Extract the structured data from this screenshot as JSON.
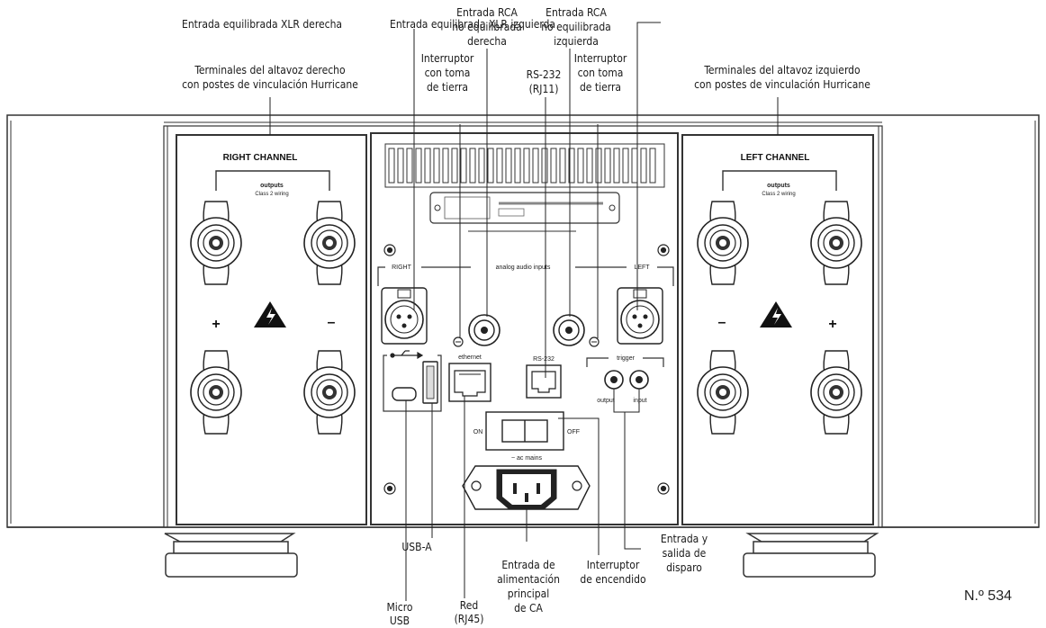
{
  "labels": {
    "xlr_right": "Entrada equilibrada XLR derecha",
    "xlr_left": "Entrada equilibrada XLR izquierda",
    "rca_right": [
      "Entrada RCA",
      "no equilibrada",
      "derecha"
    ],
    "rca_left": [
      "Entrada RCA",
      "no equilibrada",
      "izquierda"
    ],
    "ground_right": [
      "Interruptor",
      "con toma",
      "de tierra"
    ],
    "ground_left": [
      "Interruptor",
      "con toma",
      "de tierra"
    ],
    "rs232": [
      "RS-232",
      "(RJ11)"
    ],
    "speaker_right": [
      "Terminales del altavoz derecho",
      "con postes de vinculación Hurricane"
    ],
    "speaker_left": [
      "Terminales del altavoz izquierdo",
      "con postes de vinculación Hurricane"
    ],
    "usb_a": "USB-A",
    "micro_usb": [
      "Micro",
      "USB"
    ],
    "network": [
      "Red",
      "(RJ45)"
    ],
    "mains": [
      "Entrada de",
      "alimentación",
      "principal",
      "de CA"
    ],
    "power_switch": [
      "Interruptor",
      "de encendido"
    ],
    "trigger": [
      "Entrada y",
      "salida de",
      "disparo"
    ]
  },
  "panel": {
    "right_channel": "RIGHT CHANNEL",
    "left_channel": "LEFT CHANNEL",
    "outputs": "outputs",
    "class2": "Class 2 wiring",
    "plus": "+",
    "minus": "–",
    "inputs_right": "RIGHT",
    "inputs_title": "analog audio inputs",
    "inputs_left": "LEFT",
    "ethernet": "ethernet",
    "rs232": "RS-232",
    "trigger": "trigger",
    "trigger_output": "output",
    "trigger_input": "input",
    "on": "ON",
    "off": "OFF",
    "ac_mains": "~ ac mains"
  },
  "caption": "N.º 534"
}
